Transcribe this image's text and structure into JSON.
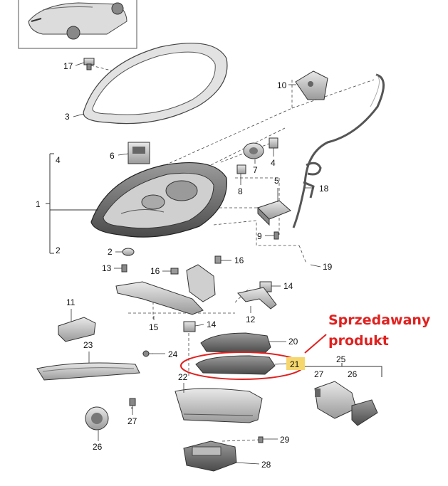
{
  "callout": {
    "line1": "Sprzedawany",
    "line2": "produkt"
  },
  "highlight_color": "#f5d76e",
  "callout_color": "#e0211f",
  "parts": {
    "p1": "1",
    "p2a": "2",
    "p2b": "2",
    "p3": "3",
    "p4a": "4",
    "p4b": "4",
    "p5": "5",
    "p6": "6",
    "p7": "7",
    "p8": "8",
    "p9": "9",
    "p10": "10",
    "p11": "11",
    "p12": "12",
    "p13": "13",
    "p14a": "14",
    "p14b": "14",
    "p15": "15",
    "p16a": "16",
    "p16b": "16",
    "p17": "17",
    "p18": "18",
    "p19": "19",
    "p20": "20",
    "p21": "21",
    "p22": "22",
    "p23": "23",
    "p24": "24",
    "p25": "25",
    "p26a": "26",
    "p26b": "26",
    "p27a": "27",
    "p27b": "27",
    "p28": "28",
    "p29": "29"
  }
}
